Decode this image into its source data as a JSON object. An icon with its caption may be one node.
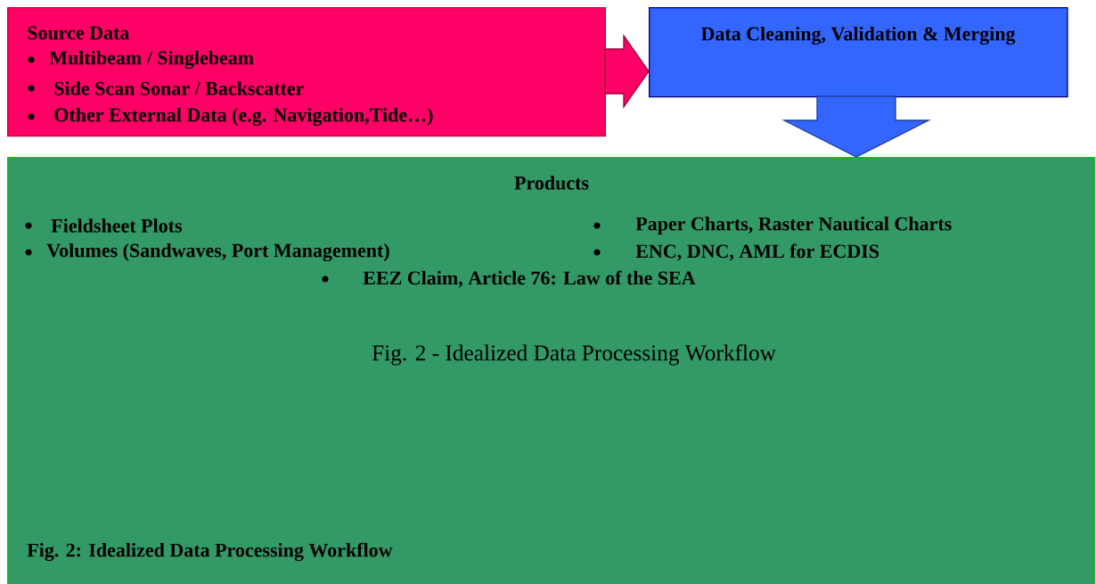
{
  "diagram": {
    "nodes": [
      {
        "text": [
          "Source Data",
          "Multibeam / Singlebeam",
          "Side Scan Sonar / Backscatter",
          "Other External Data (e.g. Navigation,Tide…)"
        ]
      },
      {
        "text": [
          "Data Cleaning, Validation & Merging"
        ]
      },
      {
        "text": [
          "Products",
          "Fieldsheet Plots",
          "Volumes (Sandwaves, Port Management)",
          "Paper Charts, Raster Nautical Charts",
          "ENC, DNC, AML for ECDIS",
          "EEZ Claim, Article 76: Law of the SEA",
          "Fig. 2 - Idealized Data Processing Workflow",
          "Fig. 2: Idealized Data Processing Workflow"
        ]
      }
    ],
    "edges": [
      {
        "from": 0,
        "to": 1,
        "arrow": "to",
        "color": "#ff0066"
      },
      {
        "from": 1,
        "to": 2,
        "arrow": "to",
        "color": "#3366ff"
      }
    ]
  }
}
